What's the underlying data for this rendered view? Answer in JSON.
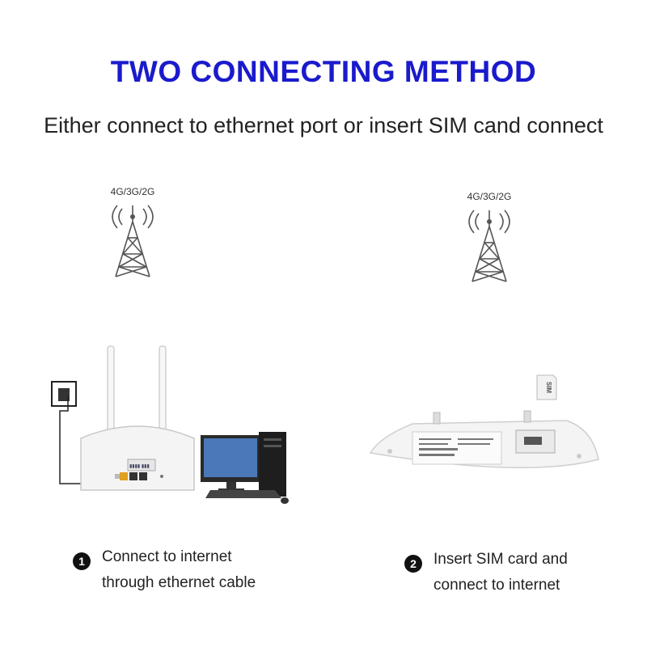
{
  "header": {
    "title": "TWO CONNECTING METHOD",
    "subtitle": "Either connect to ethernet port or insert SIM cand connect"
  },
  "towers": [
    {
      "label": "4G/3G/2G",
      "icon": "cell-tower-icon"
    },
    {
      "label": "4G/3G/2G",
      "icon": "cell-tower-icon"
    }
  ],
  "sim_card": {
    "label": "SIM"
  },
  "steps": [
    {
      "number": "1",
      "line1": "Connect to internet",
      "line2": "through ethernet cable"
    },
    {
      "number": "2",
      "line1": "Insert SIM card and",
      "line2": "connect to internet"
    }
  ],
  "colors": {
    "title": "#1a1acd",
    "router": "#f4f4f4",
    "badge": "#111111"
  }
}
